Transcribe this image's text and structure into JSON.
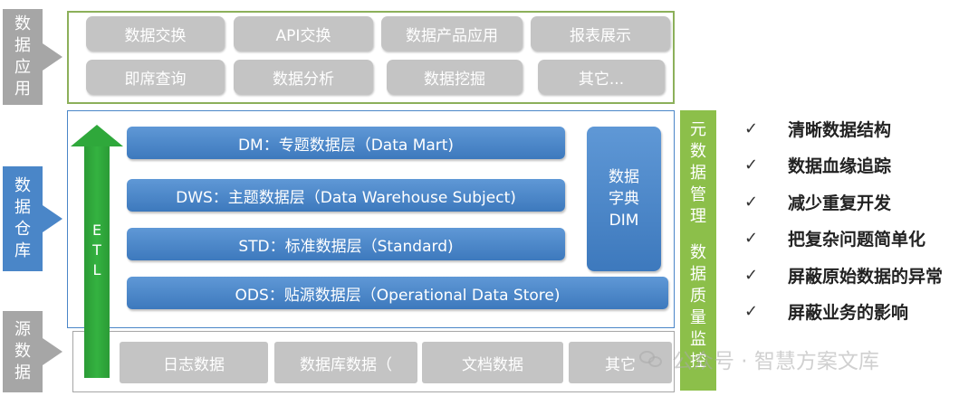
{
  "side_labels": {
    "app": [
      "数",
      "据",
      "应",
      "用"
    ],
    "warehouse": [
      "数",
      "据",
      "仓",
      "库"
    ],
    "source": [
      "源",
      "数",
      "据"
    ]
  },
  "app_layer": {
    "row1": [
      "数据交换",
      "API交换",
      "数据产品应用",
      "报表展示"
    ],
    "row2": [
      "即席查询",
      "数据分析",
      "数据挖掘",
      "其它..."
    ]
  },
  "warehouse_layers": {
    "dm": "DM：专题数据层（Data Mart)",
    "dws": "DWS：主题数据层（Data Warehouse Subject)",
    "std": "STD：标准数据层（Standard)",
    "ods": "ODS：贴源数据层（Operational Data Store)"
  },
  "dim_box": [
    "数据",
    "字典",
    "DIM"
  ],
  "etl_letters": [
    "E",
    "T",
    "L"
  ],
  "source_layer": [
    "日志数据",
    "数据库数据（",
    "文档数据",
    "其它"
  ],
  "meta_column": {
    "top": [
      "元",
      "数",
      "据",
      "管",
      "理"
    ],
    "bottom": [
      "数",
      "据",
      "质",
      "量",
      "监",
      "控"
    ]
  },
  "benefits": {
    "check_glyph": "✓",
    "items": [
      "清晰数据结构",
      "数据血缘追踪",
      "减少重复开发",
      "把复杂问题简单化",
      "屏蔽原始数据的异常",
      "屏蔽业务的影响"
    ]
  },
  "watermark": "公众号 · 智慧方案文库",
  "colors": {
    "green_border": "#8cb05a",
    "blue": "#4a86c8",
    "grey": "#a6a6a6",
    "etl_green": "#2fa83b",
    "meta_green": "#8cbf4a"
  }
}
